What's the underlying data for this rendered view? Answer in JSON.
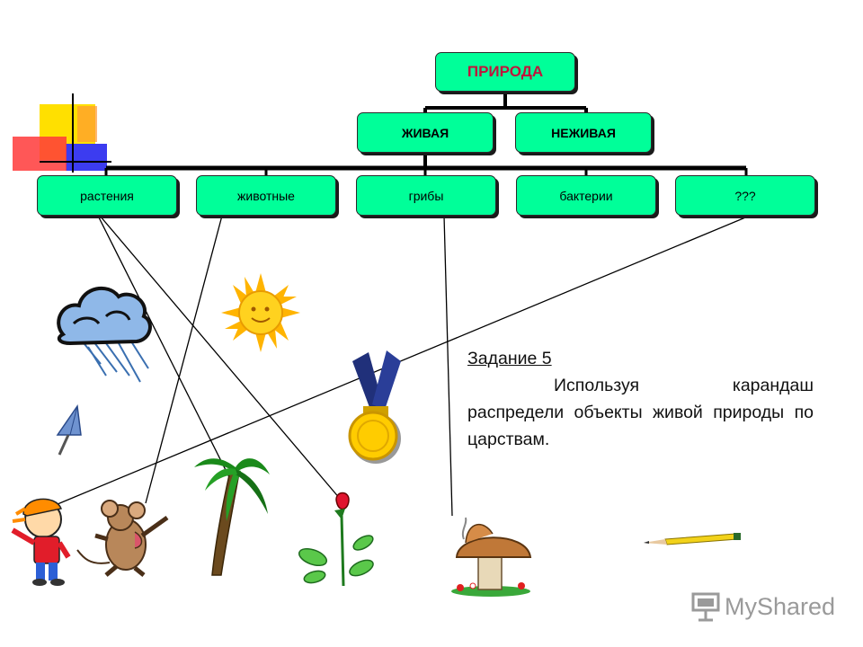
{
  "tree": {
    "root": "ПРИРОДА",
    "level1": [
      "ЖИВАЯ",
      "НЕЖИВАЯ"
    ],
    "level2": [
      "растения",
      "животные",
      "грибы",
      "бактерии",
      "???"
    ]
  },
  "task": {
    "title": "Задание 5",
    "body": "Используя карандаш распредели объекты живой природы по царствам."
  },
  "logo": {
    "text": "MyShared"
  },
  "colors": {
    "node_fill": "#00ff99",
    "root_text": "#c0143c",
    "connector": "#000000"
  },
  "icons": [
    "rain-cloud-icon",
    "sun-icon",
    "medal-icon",
    "umbrella-icon",
    "boy-icon",
    "mouse-icon",
    "palm-tree-icon",
    "rose-icon",
    "mushroom-icon",
    "pencil-icon"
  ]
}
